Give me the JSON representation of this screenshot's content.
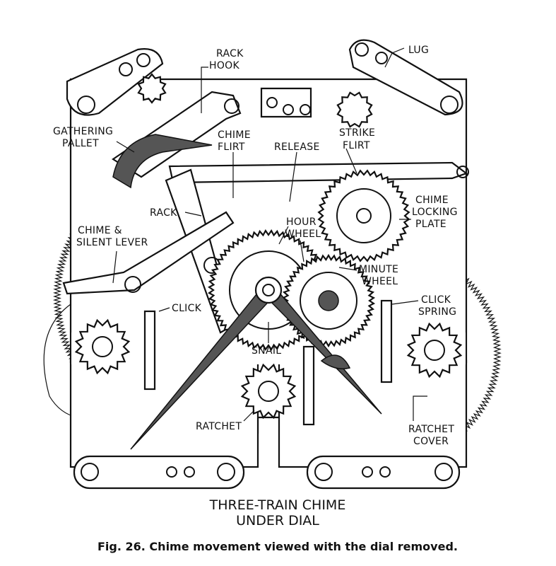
{
  "figure": {
    "labels": {
      "rack_hook": [
        "RACK",
        "HOOK"
      ],
      "lug": "LUG",
      "gathering_pallet": [
        "GATHERING",
        "PALLET"
      ],
      "chime_flirt": [
        "CHIME",
        "FLIRT"
      ],
      "release": "RELEASE",
      "strike_flirt": [
        "STRIKE",
        "FLIRT"
      ],
      "chime_locking_plate": [
        "CHIME",
        "LOCKING",
        "PLATE"
      ],
      "rack": "RACK",
      "hour_wheel": [
        "HOUR",
        "WHEEL"
      ],
      "chime_silent_lever": [
        "CHIME &",
        "SILENT LEVER"
      ],
      "minute_wheel": [
        "MINUTE",
        "WHEEL"
      ],
      "click_left": "CLICK",
      "click_spring": [
        "CLICK",
        "SPRING"
      ],
      "snail": "SNAIL",
      "ratchet": "RATCHET",
      "ratchet_cover": [
        "RATCHET",
        "COVER"
      ]
    },
    "title": [
      "THREE-TRAIN CHIME",
      "UNDER DIAL"
    ],
    "caption": "Fig. 26.  Chime movement viewed with the dial removed."
  }
}
